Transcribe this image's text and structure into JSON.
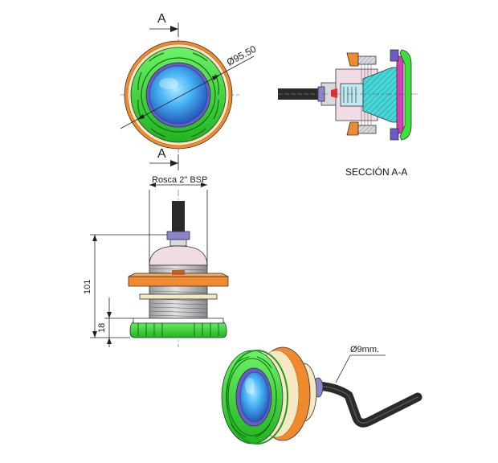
{
  "labels": {
    "section_letter_top": "A",
    "section_letter_bottom": "A",
    "diameter_dim": "Ø95.50",
    "section_title": "SECCIÓN A-A",
    "thread_label": "Rosca 2\" BSP",
    "height_total": "101",
    "height_flange": "18",
    "cable_diameter": "Ø9mm."
  },
  "colors": {
    "green": "#3ee03a",
    "green_dark": "#1e9a1e",
    "orange": "#f08a2e",
    "orange_dark": "#c0601a",
    "blue_light": "#6fd4ff",
    "blue": "#2f8fe6",
    "blue_dark": "#274ea8",
    "purple": "#6b5ac8",
    "cream": "#f4e9c2",
    "pink": "#f1dce6",
    "gray_body": "#c8c8cc",
    "cable": "#2a2a2a",
    "cyan_hatch": "#49d6d6",
    "magenta": "#d43fb6"
  }
}
